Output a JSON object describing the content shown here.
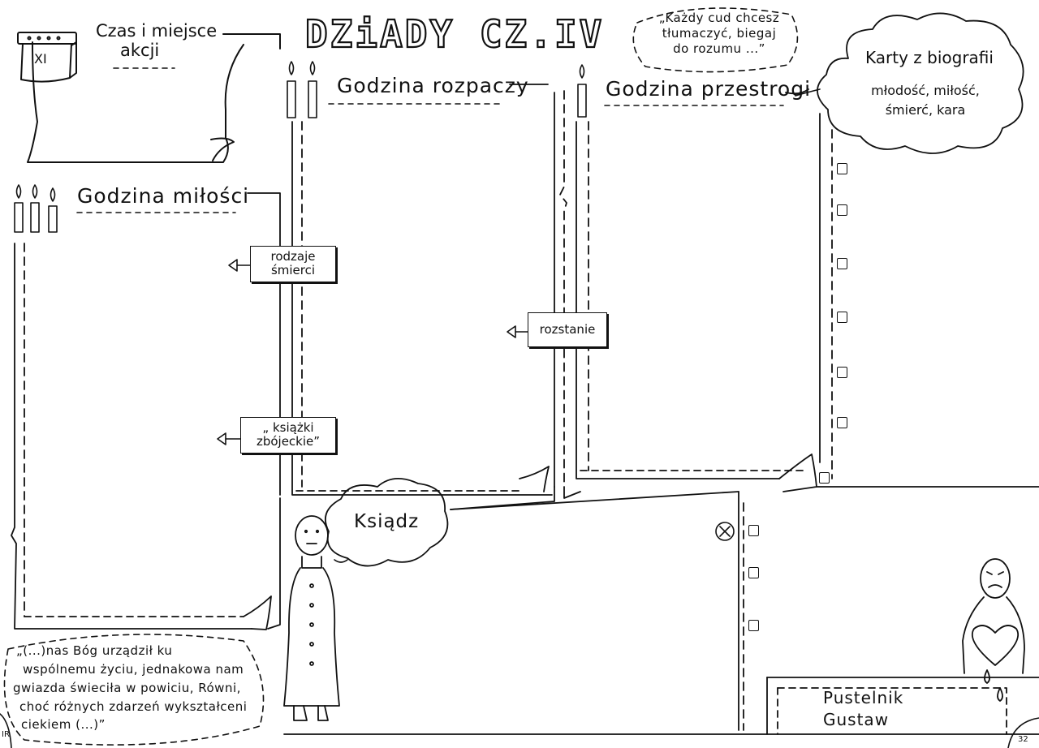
{
  "title": "DZiADY CZ.IV",
  "time_place": {
    "line1": "Czas i miejsce",
    "line2": "akcji",
    "calendar_mark": "XI"
  },
  "quote_top": {
    "line1": "„Każdy cud chcesz",
    "line2": "tłumaczyć, biegaj",
    "line3": "do rozumu ...”"
  },
  "biography_cloud": {
    "title": "Karty z biografii",
    "line1": "młodość, miłość,",
    "line2": "śmierć, kara"
  },
  "headings": {
    "despair": "Godzina rozpaczy",
    "warning": "Godzina przestrogi",
    "love": "Godzina miłości"
  },
  "tags": {
    "death_types_1": "rodzaje",
    "death_types_2": "śmierci",
    "parting": "rozstanie",
    "books_1": "„ książki",
    "books_2": "zbójeckie”"
  },
  "priest": "Ksiądz",
  "hermit": {
    "line1": "Pustelnik",
    "line2": "Gustaw"
  },
  "quote_bottom": {
    "line1": "„(...)nas Bóg urządził ku",
    "line2": "wspólnemu życiu, jednakowa nam",
    "line3": "gwiazda świeciła w powiciu, Równi,",
    "line4": "choć różnych zdarzeń wykształceni",
    "line5": "ciekiem (...)”"
  },
  "footer": {
    "left_code": "IR",
    "page_number": "32"
  }
}
